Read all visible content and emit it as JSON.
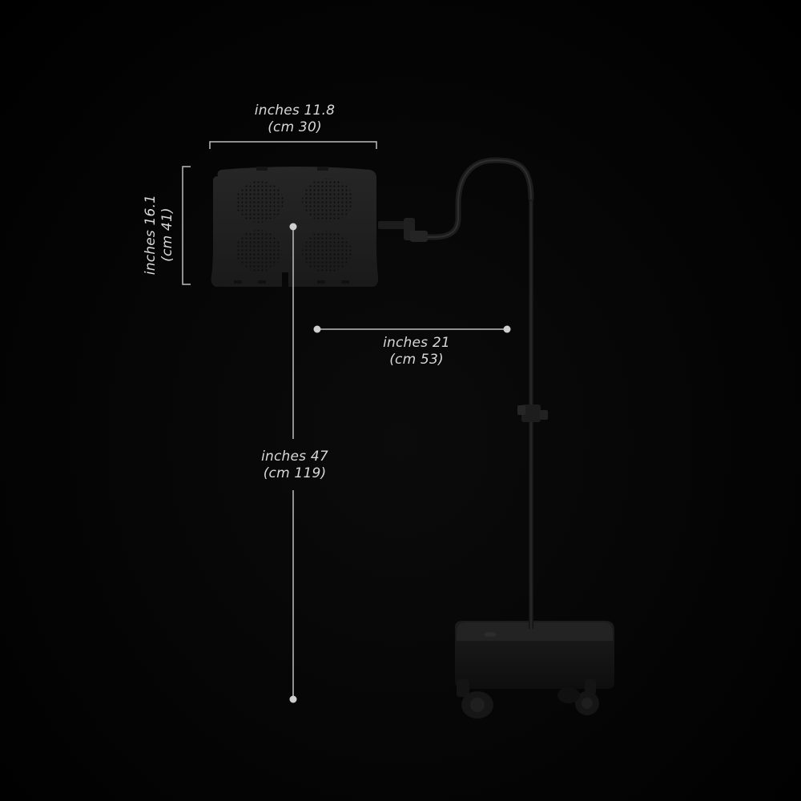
{
  "dimensions": {
    "tray_width": {
      "inches": "inches 11.8",
      "cm": "(cm 30)"
    },
    "tray_height": {
      "inches": "inches 16.1",
      "cm": "(cm 41)"
    },
    "reach": {
      "inches": "inches 21",
      "cm": "(cm 53)"
    },
    "total_height": {
      "inches": "inches 47",
      "cm": "(cm 119)"
    }
  },
  "colors": {
    "background": "#000000",
    "dimension_line": "#bdbdbd",
    "label_text": "#d8d8d8",
    "product_body": "#1e1e1e"
  }
}
